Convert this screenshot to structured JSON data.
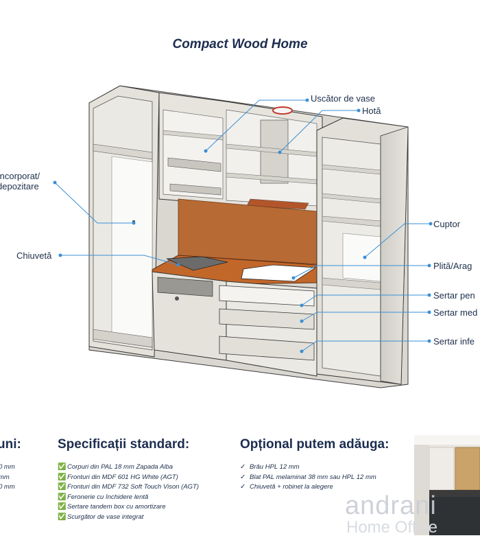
{
  "title": "Compact Wood Home",
  "callouts": {
    "uscator": "Uscător de vase",
    "hota": "Hotă",
    "incorporat_line1": "încorporat/",
    "incorporat_line2": "depozitare",
    "cuptor": "Cuptor",
    "chiuveta": "Chiuvetă",
    "plita": "Plită/Arag",
    "sertar1": "Sertar pen",
    "sertar2": "Sertar med",
    "sertar3": "Sertar infe"
  },
  "sections": {
    "left": {
      "title": "uni:",
      "items": [
        "0 mm",
        "mm",
        "0 mm"
      ]
    },
    "standard": {
      "title": "Specificații standard:",
      "items": [
        "Corpuri din PAL 18 mm Zapada Alba",
        "Fronturi din MDF 601 HG  White (AGT)",
        "Fronturi din MDF 732 Soft Touch Vison (AGT)",
        "Feronerie cu închidere lentă",
        "Sertare tandem box cu amortizare",
        "Scurgător de vase integrat"
      ]
    },
    "optional": {
      "title": "Opțional putem adăuga:",
      "items": [
        "Brâu HPL 12 mm",
        "Blat PAL melaminat 38 mm sau HPL 12 mm",
        "Chiuvetă + robinet la alegere"
      ]
    }
  },
  "watermark": {
    "brand": "andrani",
    "subtitle": "Home Office"
  },
  "colors": {
    "title": "#1c2d4f",
    "callout_line": "#3a8fd6",
    "cabinet": "#e2e0d9",
    "wood": "#b86a34",
    "worktop": "#c2672a"
  }
}
